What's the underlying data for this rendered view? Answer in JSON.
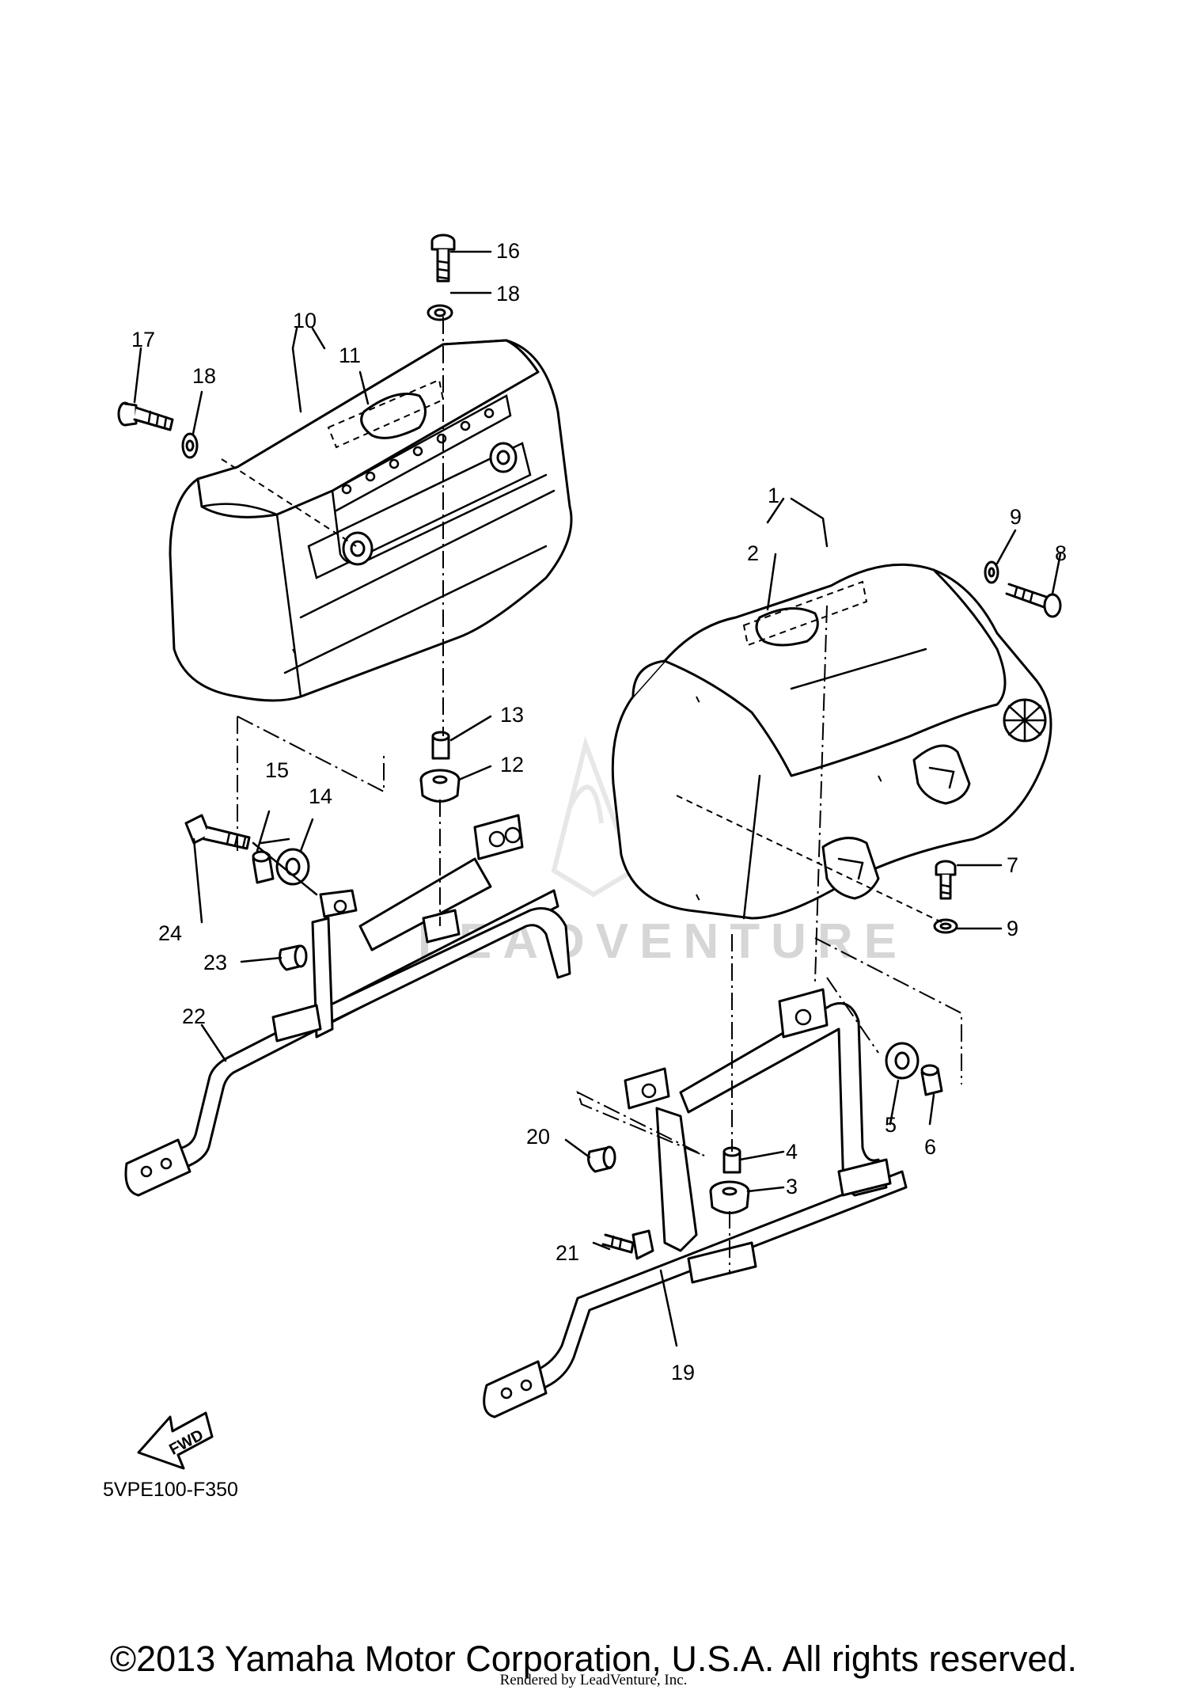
{
  "diagram": {
    "part_code": "5VPE100-F350",
    "fwd_arrow": "FWD",
    "watermark": "LEADVENTURE",
    "callouts": {
      "c1": "1",
      "c2": "2",
      "c3": "3",
      "c4": "4",
      "c5": "5",
      "c6": "6",
      "c7": "7",
      "c8": "8",
      "c9a": "9",
      "c9b": "9",
      "c10": "10",
      "c11": "11",
      "c12": "12",
      "c13": "13",
      "c14": "14",
      "c15": "15",
      "c16": "16",
      "c17": "17",
      "c18a": "18",
      "c18b": "18",
      "c19": "19",
      "c20": "20",
      "c21": "21",
      "c22": "22",
      "c23": "23",
      "c24": "24"
    }
  },
  "footer": {
    "copyright": "©2013 Yamaha Motor Corporation, U.S.A. All rights reserved.",
    "rendered_by": "Rendered by LeadVenture, Inc."
  }
}
